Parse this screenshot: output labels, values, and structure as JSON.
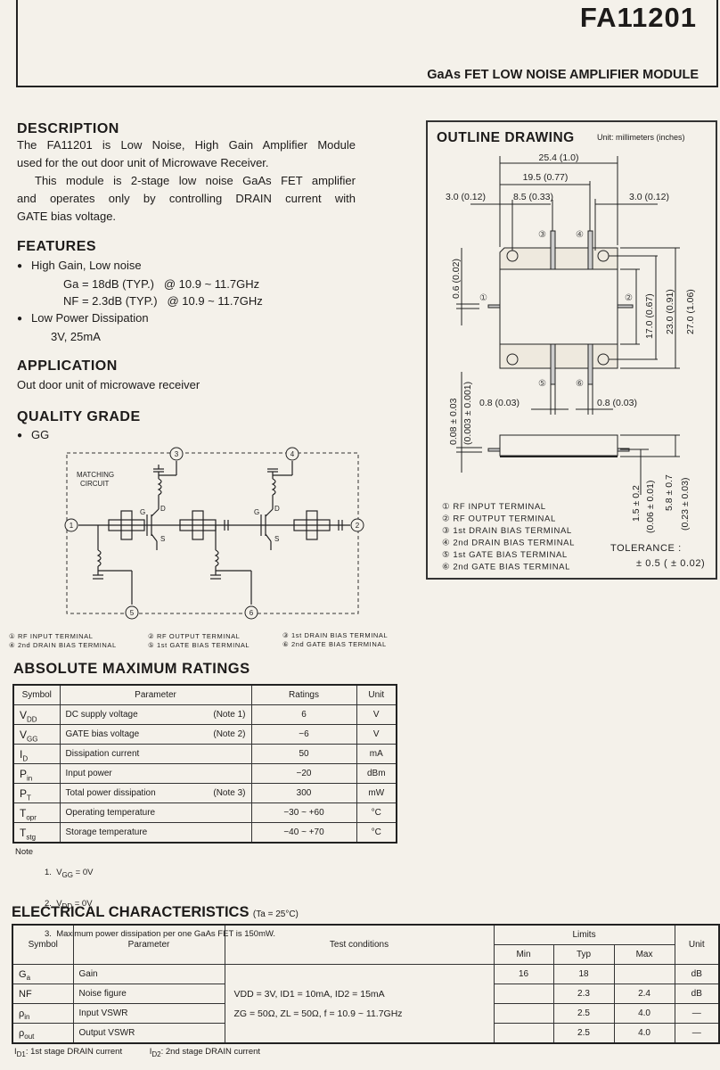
{
  "header": {
    "part_number": "FA11201",
    "subtitle": "GaAs FET LOW NOISE AMPLIFIER MODULE"
  },
  "description": {
    "heading": "DESCRIPTION",
    "lines": [
      "The FA11201 is Low Noise, High Gain Amplifier Module",
      "used for the out door unit of Microwave Receiver.",
      "This module is 2-stage low noise GaAs FET amplifier",
      "and operates only by controlling DRAIN current with",
      "GATE bias voltage."
    ]
  },
  "features": {
    "heading": "FEATURES",
    "items": [
      {
        "label": "High Gain, Low noise",
        "lines": [
          "Ga = 18dB (TYP.)   @ 10.9 ~ 11.7GHz",
          "NF = 2.3dB (TYP.)   @ 10.9 ~ 11.7GHz"
        ]
      },
      {
        "label": "Low Power Dissipation",
        "lines": [
          "3V, 25mA"
        ]
      }
    ]
  },
  "application": {
    "heading": "APPLICATION",
    "text": "Out door unit of microwave receiver"
  },
  "quality": {
    "heading": "QUALITY GRADE",
    "item": "GG"
  },
  "circuit": {
    "matching_label_1": "MATCHING",
    "matching_label_2": "CIRCUIT",
    "nodes": [
      "1",
      "2",
      "3",
      "4",
      "5",
      "6"
    ],
    "pins": {
      "g": "G",
      "d": "D",
      "s": "S"
    },
    "legend": [
      "① RF INPUT TERMINAL",
      "② RF OUTPUT TERMINAL",
      "③ 1st DRAIN BIAS TERMINAL",
      "④ 2nd DRAIN BIAS TERMINAL",
      "⑤ 1st GATE BIAS TERMINAL",
      "⑥ 2nd GATE BIAS TERMINAL"
    ]
  },
  "amr": {
    "heading": "ABSOLUTE MAXIMUM RATINGS",
    "columns": [
      "Symbol",
      "Parameter",
      "Ratings",
      "Unit"
    ],
    "rows": [
      {
        "sym": "V",
        "sub": "DD",
        "param": "DC supply voltage",
        "note": "(Note 1)",
        "rating": "6",
        "unit": "V"
      },
      {
        "sym": "V",
        "sub": "GG",
        "param": "GATE bias voltage",
        "note": "(Note 2)",
        "rating": "−6",
        "unit": "V"
      },
      {
        "sym": "I",
        "sub": "D",
        "param": "Dissipation current",
        "note": "",
        "rating": "50",
        "unit": "mA"
      },
      {
        "sym": "P",
        "sub": "in",
        "param": "Input power",
        "note": "",
        "rating": "−20",
        "unit": "dBm"
      },
      {
        "sym": "P",
        "sub": "T",
        "param": "Total power dissipation",
        "note": "(Note 3)",
        "rating": "300",
        "unit": "mW"
      },
      {
        "sym": "T",
        "sub": "opr",
        "param": "Operating temperature",
        "note": "",
        "rating": "−30 ~ +60",
        "unit": "°C"
      },
      {
        "sym": "T",
        "sub": "stg",
        "param": "Storage temperature",
        "note": "",
        "rating": "−40 ~ +70",
        "unit": "°C"
      }
    ],
    "notes_label": "Note",
    "notes": [
      "1.  V",
      "GG",
      " = 0V",
      "2.  V",
      "DD",
      " = 0V",
      "3.  Maximum power dissipation per one GaAs FET is 150mW."
    ]
  },
  "ec": {
    "heading": "ELECTRICAL CHARACTERISTICS",
    "condition": "(Ta = 25°C)",
    "columns": {
      "symbol": "Symbol",
      "parameter": "Parameter",
      "test": "Test conditions",
      "limits": "Limits",
      "min": "Min",
      "typ": "Typ",
      "max": "Max",
      "unit": "Unit"
    },
    "test_line1": "VDD = 3V,  ID1 = 10mA,  ID2 = 15mA",
    "test_line2": "ZG = 50Ω,  ZL = 50Ω,  f = 10.9 ~ 11.7GHz",
    "rows": [
      {
        "sym": "G",
        "sub": "a",
        "param": "Gain",
        "min": "16",
        "typ": "18",
        "max": "",
        "unit": "dB"
      },
      {
        "sym": "NF",
        "sub": "",
        "param": "Noise figure",
        "min": "",
        "typ": "2.3",
        "max": "2.4",
        "unit": "dB"
      },
      {
        "sym": "ρ",
        "sub": "in",
        "param": "Input VSWR",
        "min": "",
        "typ": "2.5",
        "max": "4.0",
        "unit": "—"
      },
      {
        "sym": "ρ",
        "sub": "out",
        "param": "Output VSWR",
        "min": "",
        "typ": "2.5",
        "max": "4.0",
        "unit": "—"
      }
    ],
    "footnote1": "I",
    "footnote1_sub": "D1",
    "footnote1_text": ": 1st stage DRAIN current",
    "footnote2": "I",
    "footnote2_sub": "D2",
    "footnote2_text": ": 2nd stage DRAIN current"
  },
  "outline": {
    "heading": "OUTLINE DRAWING",
    "unit": "Unit: millimeters (inches)",
    "dims": {
      "w254": "25.4 (1.0)",
      "w195": "19.5 (0.77)",
      "l30": "3.0 (0.12)",
      "w85": "8.5 (0.33)",
      "r30": "3.0 (0.12)",
      "h06": "0.6 (0.02)",
      "h17": "17.0 (0.67)",
      "h23": "23.0 (0.91)",
      "h27": "27.0 (1.06)",
      "w08a": "0.8 (0.03)",
      "w08b": "0.8 (0.03)",
      "t008": "0.08 ± 0.03",
      "t0003": "(0.003 ± 0.001)",
      "h15": "1.5 ± 0.2",
      "h006": "(0.06 ± 0.01)",
      "h58": "5.8 ± 0.7",
      "h023": "(0.23 ± 0.03)"
    },
    "terminals": [
      "① RF INPUT TERMINAL",
      "② RF OUTPUT TERMINAL",
      "③ 1st DRAIN BIAS TERMINAL",
      "④ 2nd DRAIN BIAS TERMINAL",
      "⑤ 1st GATE BIAS TERMINAL",
      "⑥ 2nd GATE BIAS TERMINAL"
    ],
    "tolerance_label": "TOLERANCE :",
    "tolerance_value": "± 0.5 ( ± 0.02)"
  }
}
